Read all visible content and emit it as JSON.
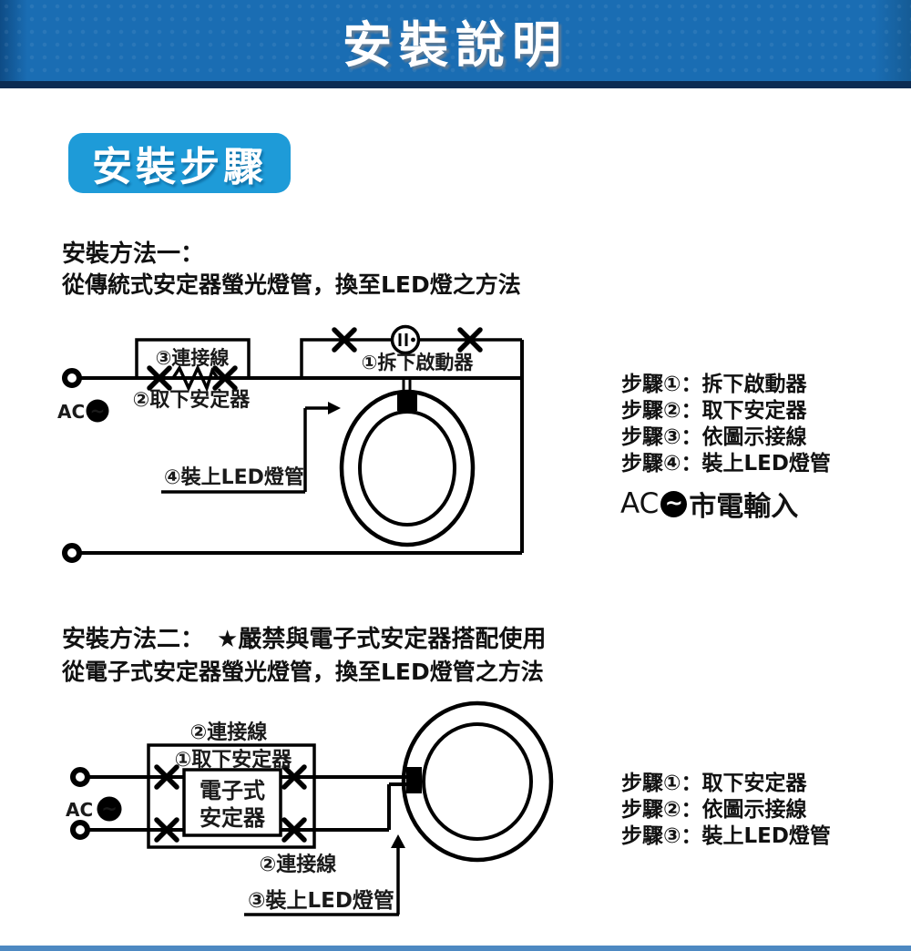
{
  "header": {
    "title": "安裝說明"
  },
  "badge": {
    "label": "安裝步驟"
  },
  "method1": {
    "title": "安裝方法一：",
    "subtitle": "從傳統式安定器螢光燈管，換至LED燈之方法",
    "labels": {
      "connect": "③連接線",
      "remove_ballast": "②取下安定器",
      "remove_starter": "①拆下啟動器",
      "install_led": "④裝上LED燈管",
      "ac": "AC",
      "wave": "~"
    },
    "steps": [
      "步驟①：拆下啟動器",
      "步驟②：取下安定器",
      "步驟③：依圖示接線",
      "步驟④：裝上LED燈管"
    ],
    "legend": {
      "ac": "AC",
      "wave": "~",
      "label": "市電輸入"
    }
  },
  "method2": {
    "title": "安裝方法二：",
    "warning": "★嚴禁與電子式安定器搭配使用",
    "subtitle": "從電子式安定器螢光燈管，換至LED燈管之方法",
    "labels": {
      "connect_top": "②連接線",
      "remove_ballast": "①取下安定器",
      "ballast_line1": "電子式",
      "ballast_line2": "安定器",
      "connect_bottom": "②連接線",
      "install_led": "③裝上LED燈管",
      "ac": "AC",
      "wave": "~"
    },
    "steps": [
      "步驟①：取下安定器",
      "步驟②：依圖示接線",
      "步驟③：裝上LED燈管"
    ]
  },
  "colors": {
    "header_blue": "#1a6db3",
    "header_border": "#0b2b52",
    "badge_blue": "#1e9bd8",
    "footer_blue": "#4d89c2"
  }
}
